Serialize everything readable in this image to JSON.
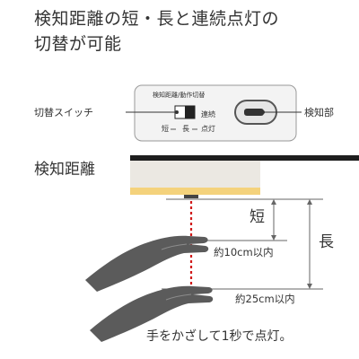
{
  "title": {
    "line1": "検知距離の短・長と連続点灯の",
    "line2": "切替が可能"
  },
  "callouts": {
    "switch": "切替スイッチ",
    "sensor": "検知部"
  },
  "panel": {
    "switch_header": "検知距離/動作切替",
    "short": "短",
    "long": "長",
    "continuous_top": "連続",
    "continuous_bottom": "点灯"
  },
  "distance_section": {
    "label": "検知距離",
    "short": "短",
    "long": "長",
    "short_range": "約10cm以内",
    "long_range": "約25cm以内"
  },
  "caption": "手をかざして1秒で点灯。",
  "colors": {
    "text": "#333333",
    "panel-bg": "#f3f3f3",
    "panel-border": "#9a9a9a",
    "switch-dark": "#222222",
    "sensor-bg": "#e6e6e6",
    "sensor-dark": "#333333",
    "cabinet-top": "#1e1e1e",
    "cabinet-body": "#ebe8e2",
    "light-strip": "#f4d27c",
    "detection-line": "#d11a1a",
    "hand": "#5b5b5b",
    "hand-gap": "#8c8c8c",
    "guide-line": "#666666"
  }
}
